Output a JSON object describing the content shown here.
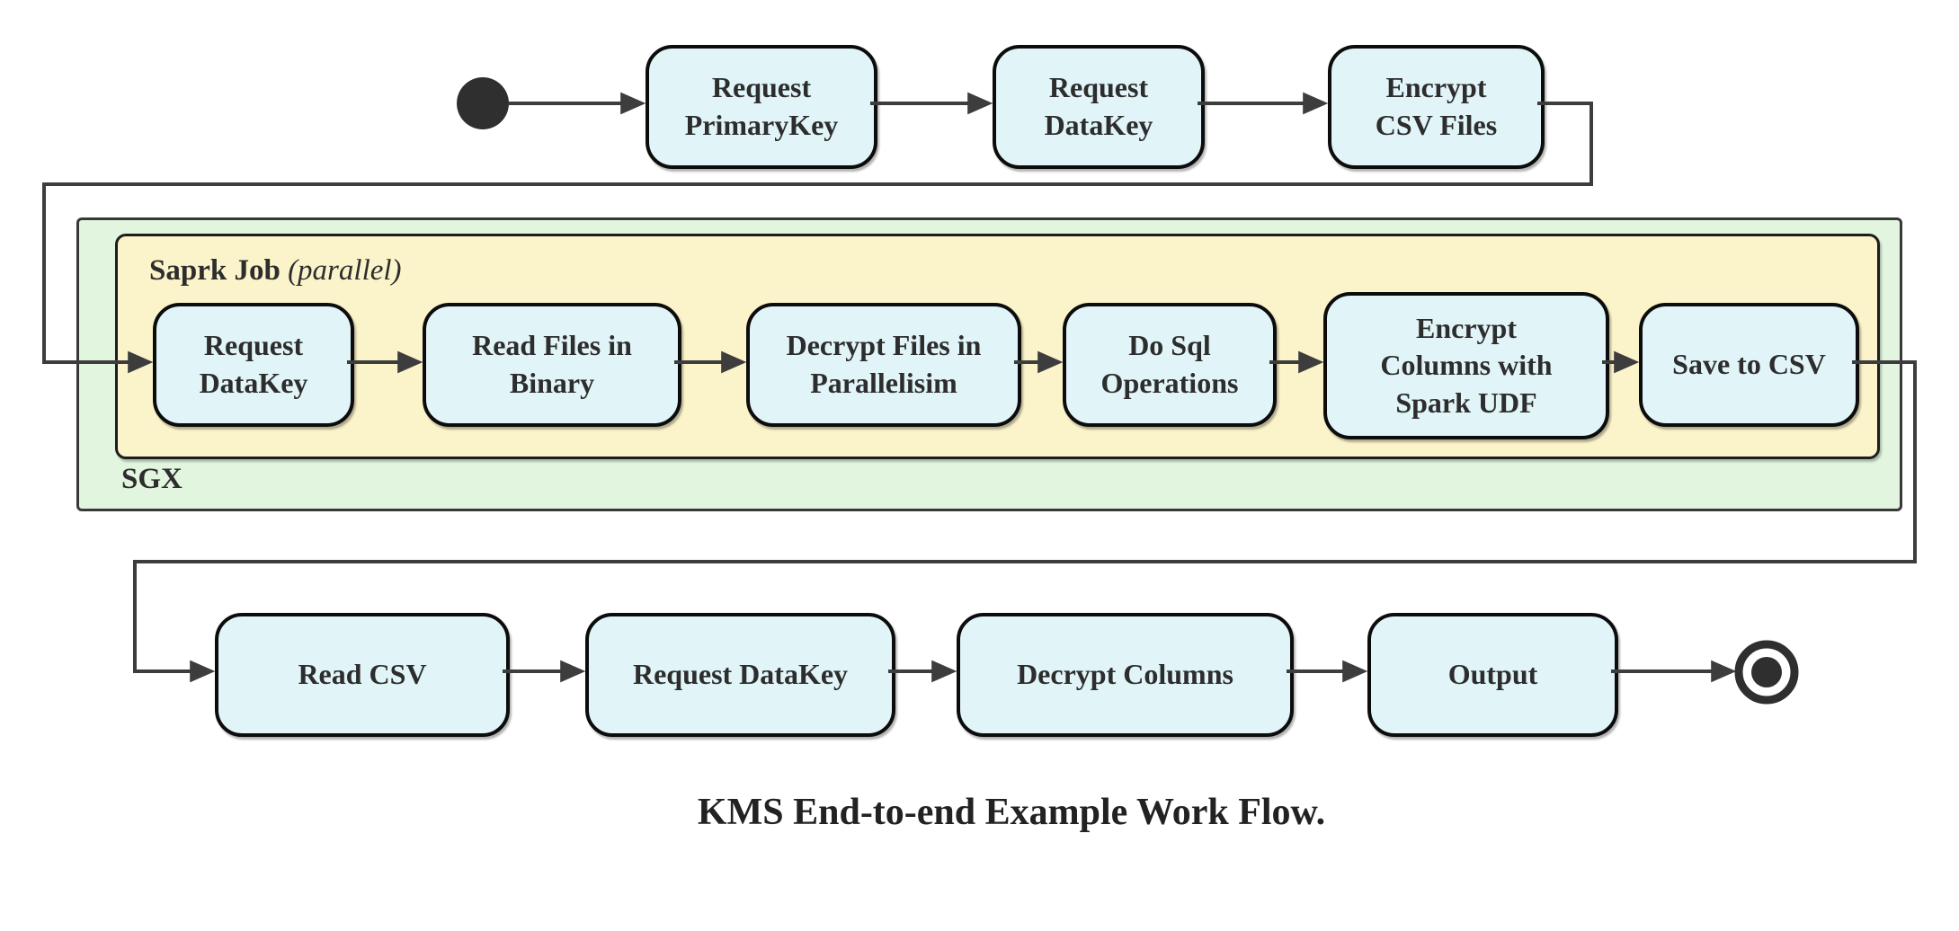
{
  "title": "KMS End-to-end Example Work Flow.",
  "containers": {
    "spark_job": {
      "label": "Saprk Job",
      "annotation": "(parallel)"
    },
    "sgx": {
      "label": "SGX"
    }
  },
  "nodes": {
    "start_icon": "filled-circle-start-state",
    "end_icon": "bullseye-end-state",
    "top": [
      {
        "label": "Request\nPrimaryKey"
      },
      {
        "label": "Request\nDataKey"
      },
      {
        "label": "Encrypt\nCSV Files"
      }
    ],
    "spark": [
      {
        "label": "Request\nDataKey"
      },
      {
        "label": "Read Files in\nBinary"
      },
      {
        "label": "Decrypt Files in\nParallelisim"
      },
      {
        "label": "Do Sql\nOperations"
      },
      {
        "label": "Encrypt\nColumns with\nSpark UDF"
      },
      {
        "label": "Save to CSV"
      }
    ],
    "bottom": [
      {
        "label": "Read CSV"
      },
      {
        "label": "Request DataKey"
      },
      {
        "label": "Decrypt Columns"
      },
      {
        "label": "Output"
      }
    ]
  },
  "colors": {
    "node_fill": "#e1f5f9",
    "node_border": "#0c0c0c",
    "spark_container_fill": "#fbf3c9",
    "sgx_container_fill": "#e2f6df",
    "line": "#3d3d3d",
    "text": "#2d2d2d"
  }
}
